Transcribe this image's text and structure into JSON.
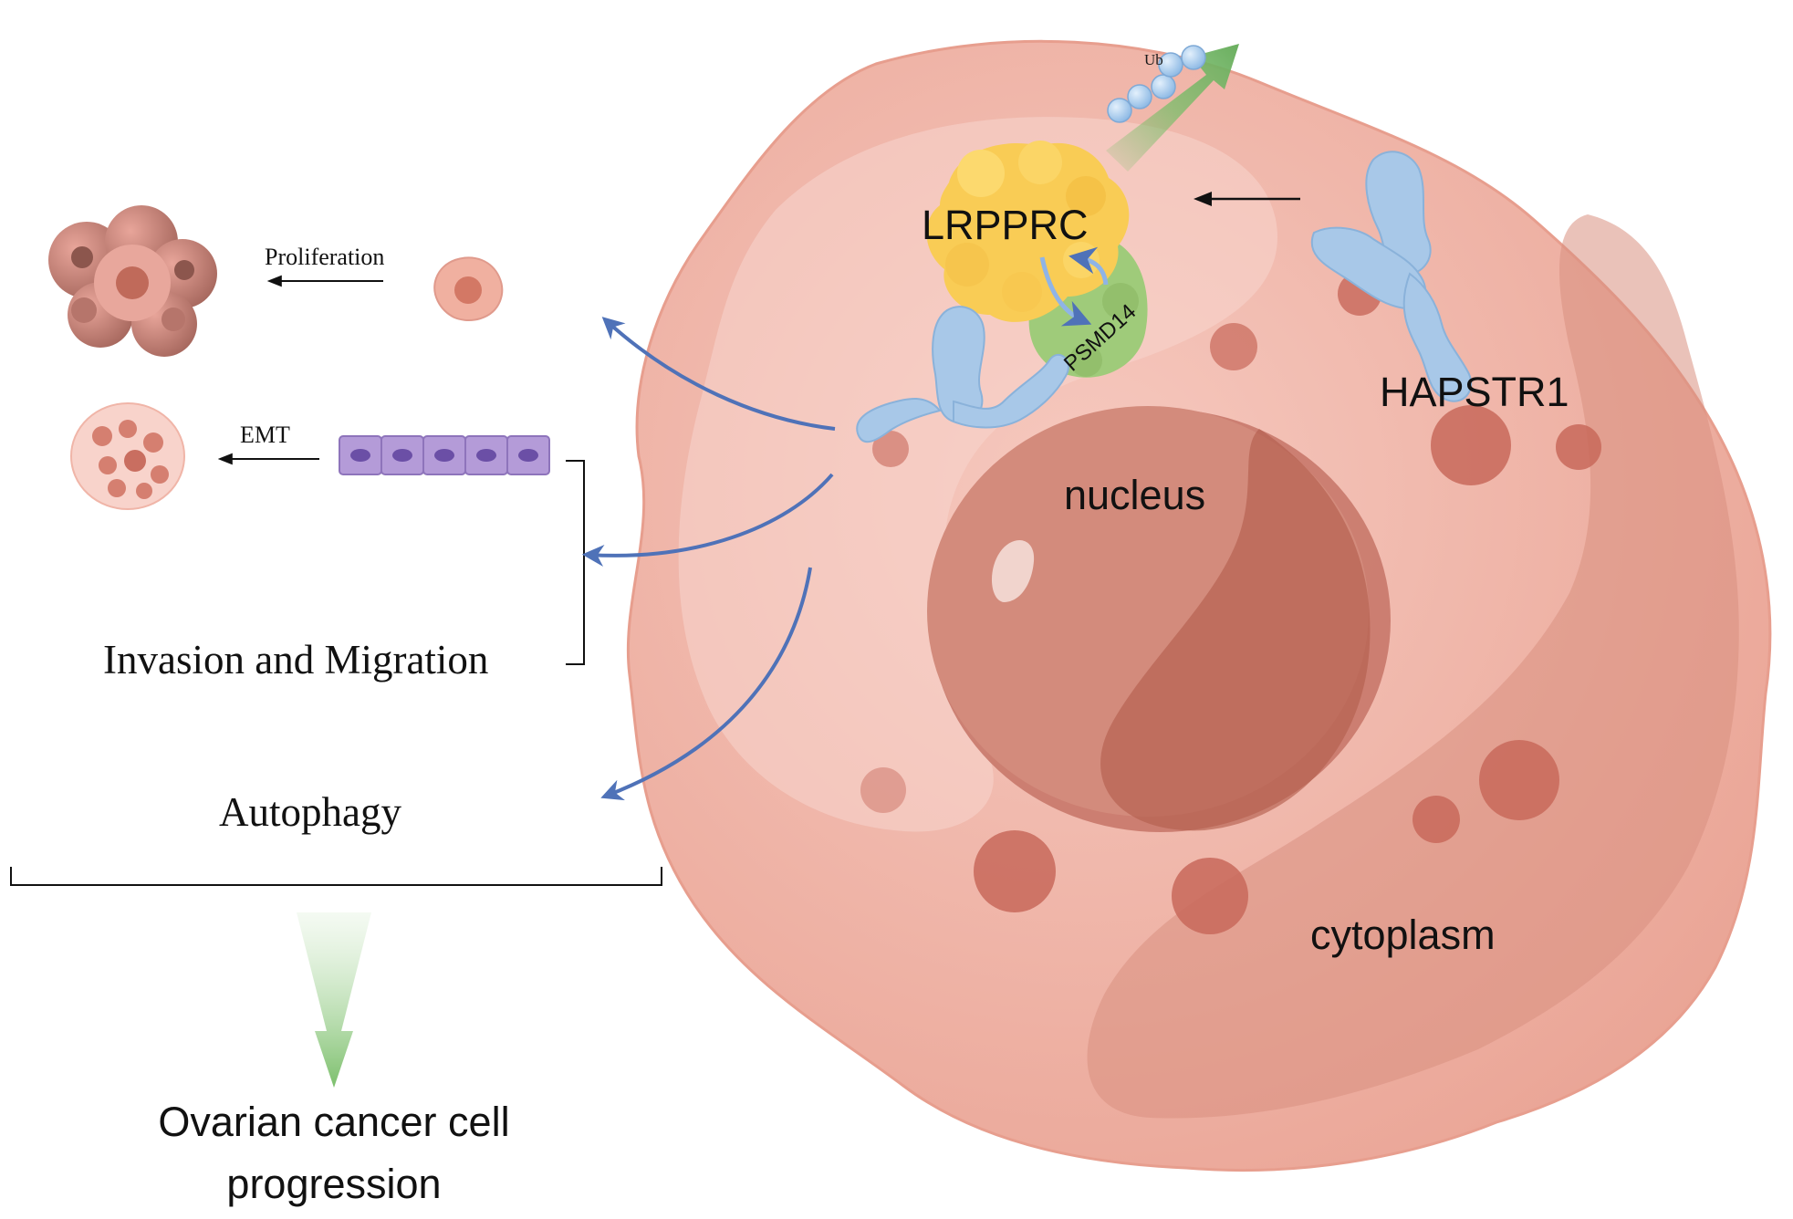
{
  "labels": {
    "ub": "Ub",
    "lrpprc": "LRPPRC",
    "psmd14": "PSMD14",
    "hapstr1": "HAPSTR1",
    "nucleus": "nucleus",
    "cytoplasm": "cytoplasm",
    "proliferation": "Proliferation",
    "emt": "EMT",
    "invasion": "Invasion and Migration",
    "autophagy": "Autophagy",
    "outcome_line1": "Ovarian cancer cell",
    "outcome_line2": "progression"
  },
  "colors": {
    "cell_outer": "#efb3a6",
    "cell_inner": "#f4c4b9",
    "nucleus": "#d58c7c",
    "nucleus_dark": "#b96a58",
    "organelle": "#c8685a",
    "lrpprc_protein": "#f9cc55",
    "psmd14_protein": "#9fcb7a",
    "hapstr1_protein": "#a8c8e8",
    "ub_bead": "#a9cdee",
    "arrow_blue": "#4f72b8",
    "arrow_green": "#6fb16a",
    "epithelial_cell": "#a98fd0"
  },
  "icons": {
    "tumor_cluster": "tumor-cluster-icon",
    "single_cell": "cancer-cell-icon",
    "emt_cluster": "emt-cluster-icon",
    "epithelial_row": "epithelial-cells-icon"
  }
}
